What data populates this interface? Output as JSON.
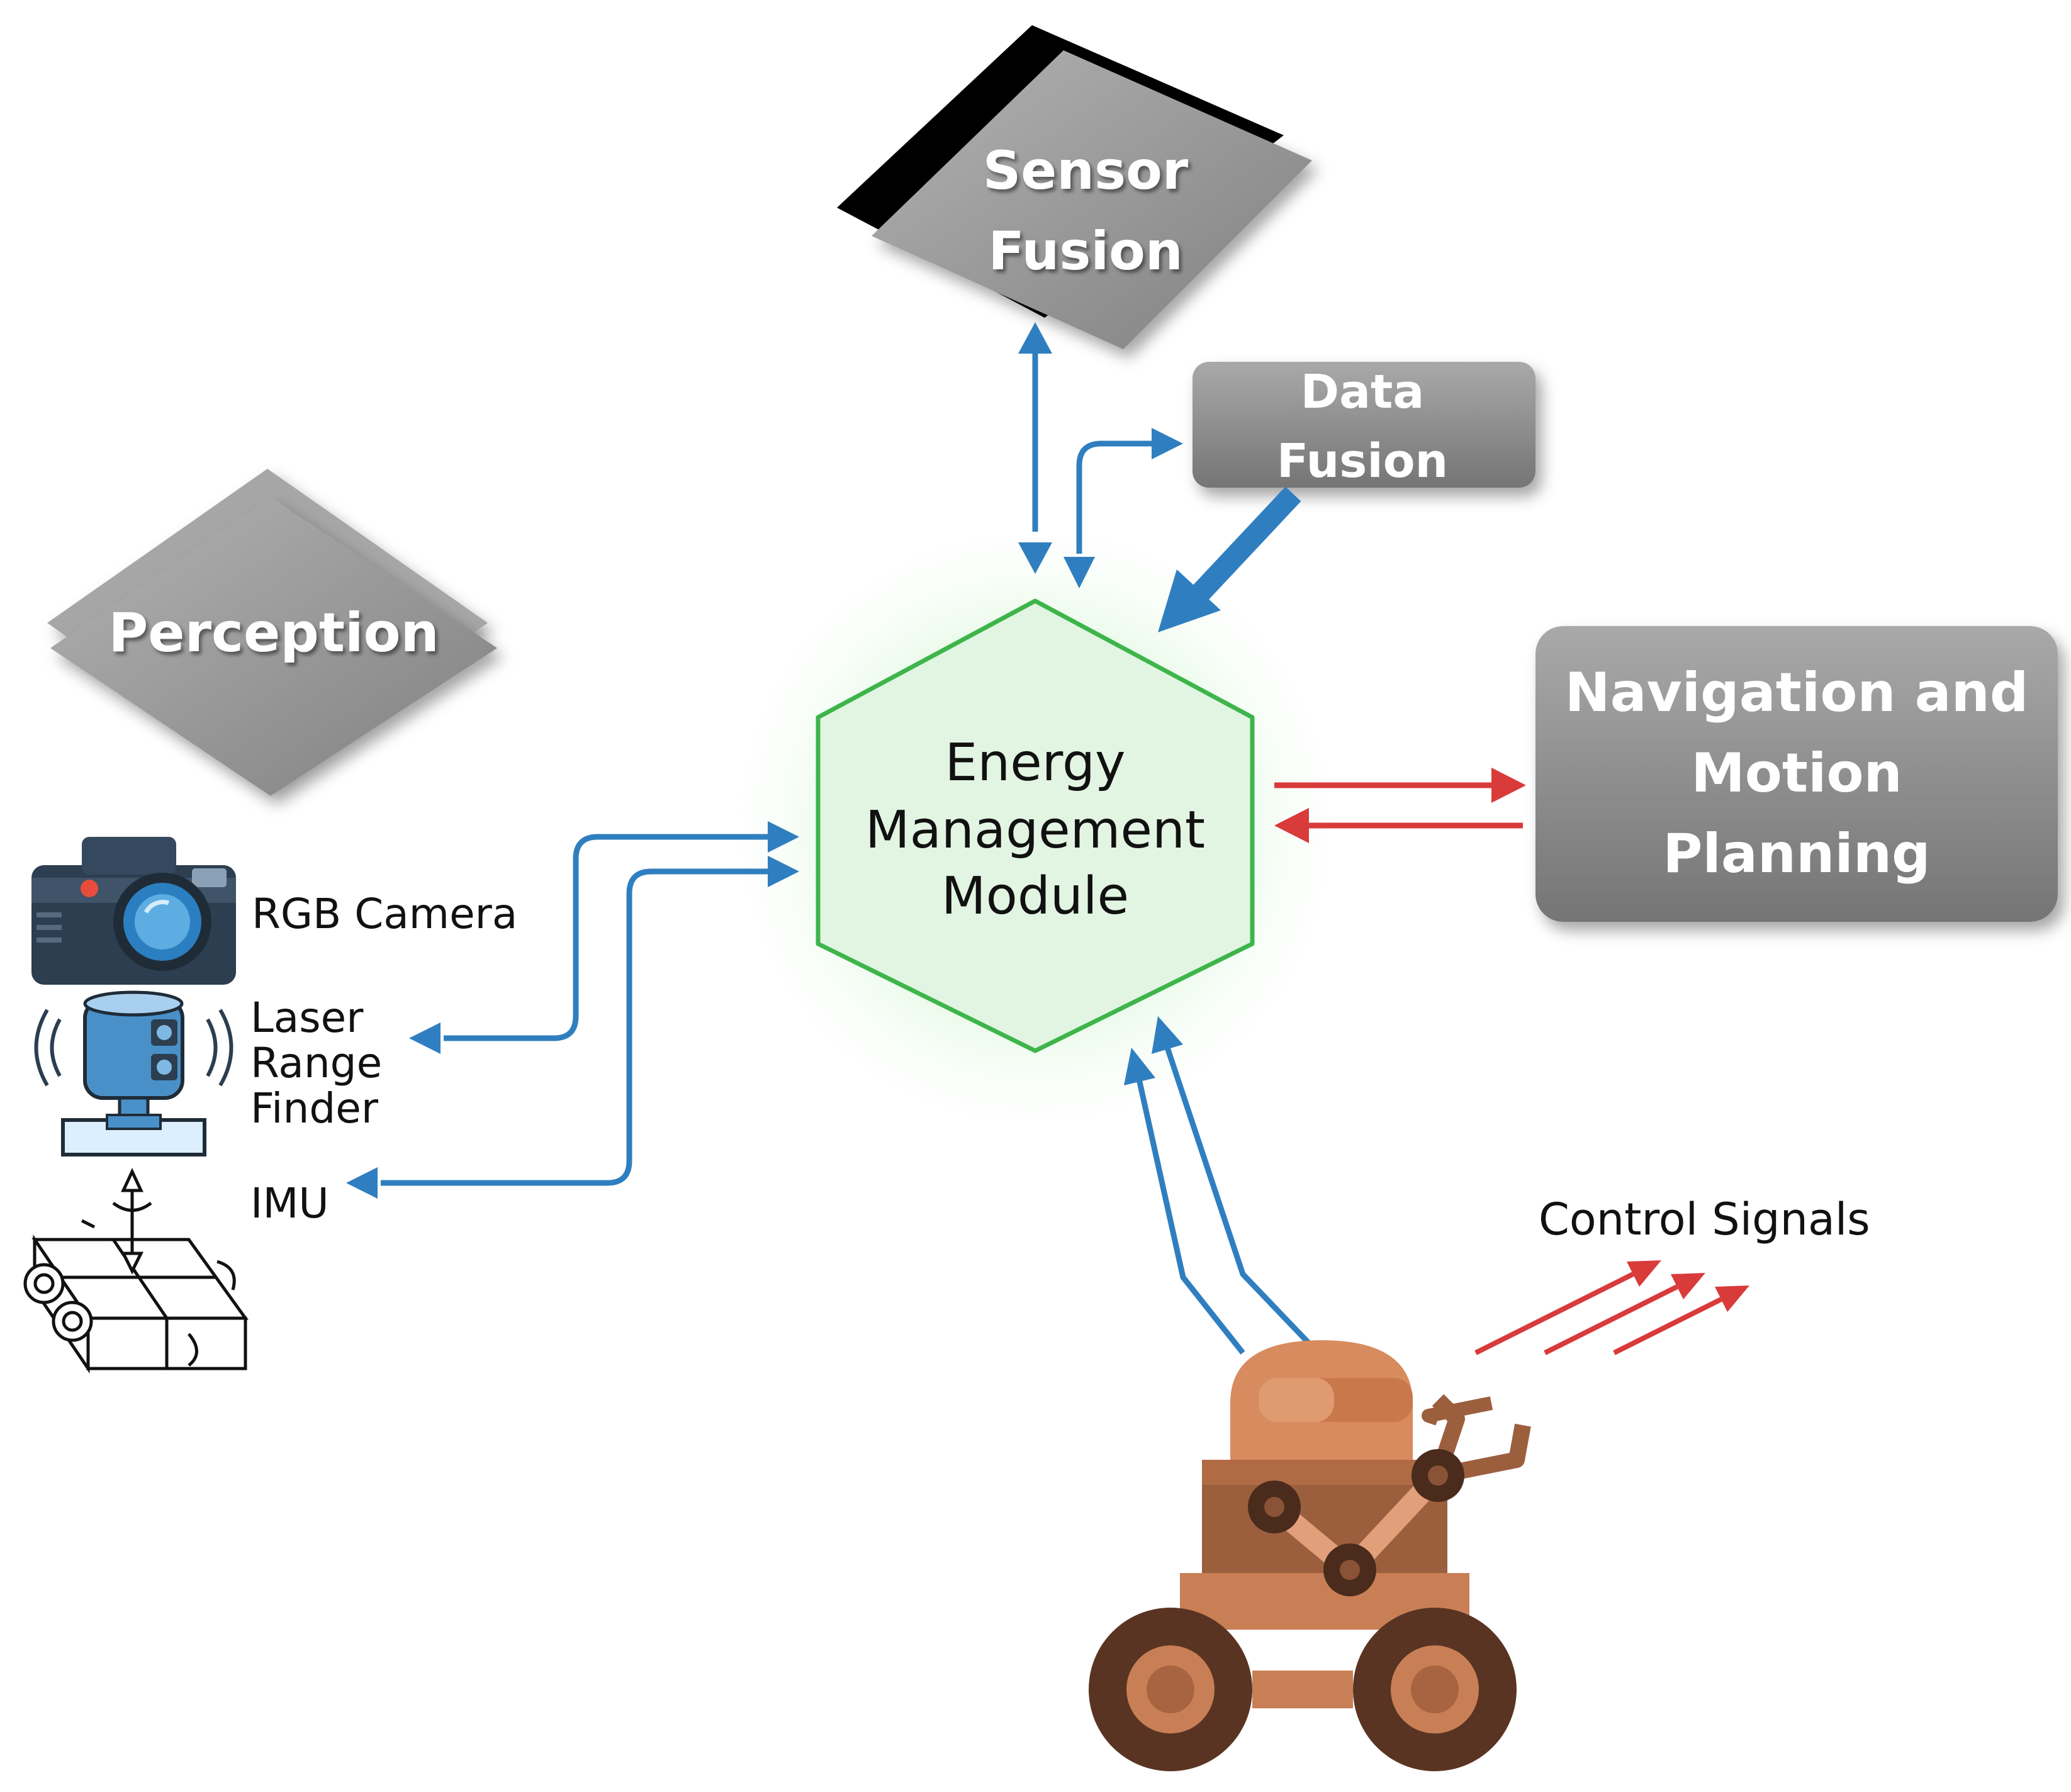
{
  "nodes": {
    "sensor_fusion": {
      "line1": "Sensor",
      "line2": "Fusion"
    },
    "data_fusion": {
      "line1": "Data",
      "line2": "Fusion"
    },
    "perception": {
      "label": "Perception"
    },
    "energy_module": {
      "line1": "Energy",
      "line2": "Management",
      "line3": "Module"
    },
    "navigation": {
      "line1": "Navigation and",
      "line2": "Motion",
      "line3": "Planning"
    }
  },
  "sensors": {
    "rgb_camera": "RGB Camera",
    "laser_line1": "Laser",
    "laser_line2": "Range",
    "laser_line3": "Finder",
    "imu": "IMU"
  },
  "labels": {
    "control_signals": "Control Signals"
  },
  "icons": [
    "camera-icon",
    "laser-range-finder-icon",
    "imu-icon",
    "robot-icon"
  ],
  "colors": {
    "blue_arrow": "#2f7fc0",
    "red_arrow": "#d93a3a",
    "gray_box": "#8c8c8c",
    "hex_fill": "#dff3df",
    "hex_border": "#3db54a",
    "robot": "#c97f55"
  }
}
